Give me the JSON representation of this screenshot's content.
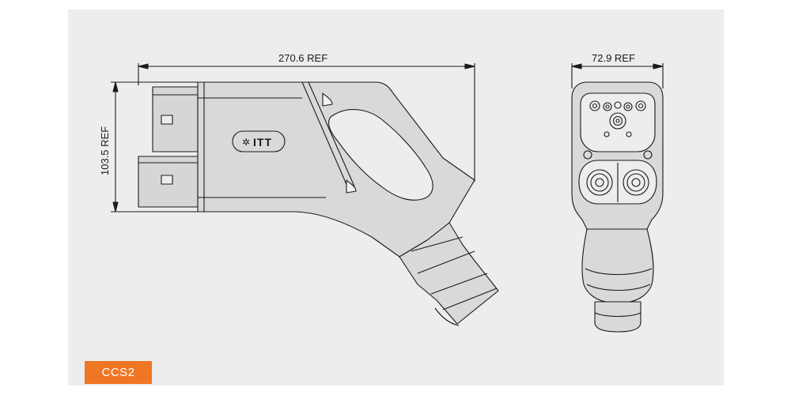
{
  "side_view": {
    "width_label": "270.6  REF",
    "height_label": "103.5  REF",
    "logo_text": "ITT"
  },
  "front_view": {
    "width_label": "72.9  REF"
  },
  "product_badge": "CCS2",
  "colors": {
    "panel": "#ededed",
    "badge": "#ef7625",
    "line": "#1a1a1a",
    "body_fill": "#d9d9d9"
  }
}
